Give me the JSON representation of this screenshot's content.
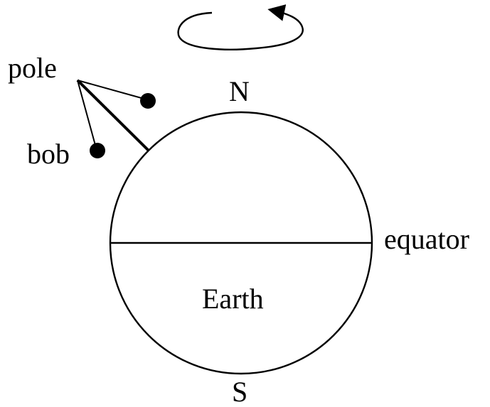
{
  "labels": {
    "pole": "pole",
    "bob": "bob",
    "north": "N",
    "south": "S",
    "equator": "equator",
    "earth": "Earth"
  },
  "colors": {
    "ink": "#000000",
    "background": "#ffffff"
  }
}
